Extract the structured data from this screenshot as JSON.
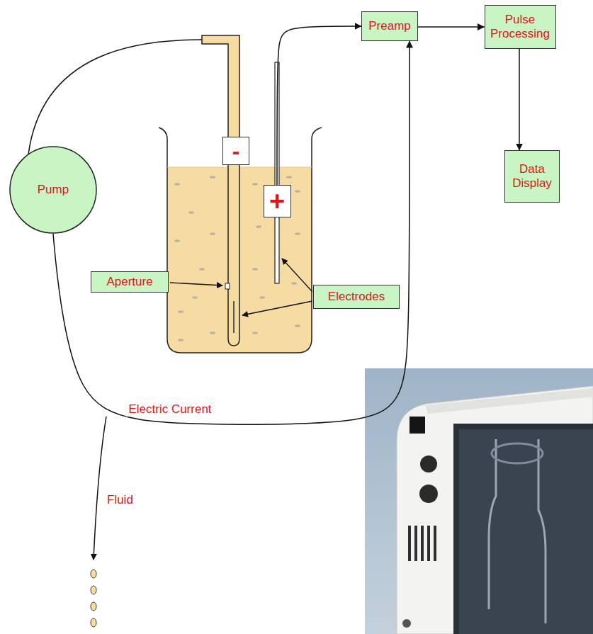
{
  "diagram": {
    "nodes": [
      {
        "text": [
          "Preamp"
        ]
      },
      {
        "text": [
          "Pulse Processing"
        ]
      },
      {
        "text": [
          "-"
        ]
      },
      {
        "text": [
          "Pump"
        ]
      },
      {
        "text": [
          "+"
        ]
      },
      {
        "text": [
          "Data Display"
        ]
      },
      {
        "text": [
          "Aperture"
        ]
      },
      {
        "text": [
          "Electrodes"
        ]
      }
    ],
    "edges": [
      {
        "from": 4,
        "to": 0,
        "arrow": "to"
      },
      {
        "from": 0,
        "to": 1,
        "arrow": "to"
      },
      {
        "from": 1,
        "to": 5,
        "arrow": "to"
      },
      {
        "from": 3,
        "to": 0,
        "arrow": "to",
        "label": "Electric Current"
      }
    ],
    "labels": [
      "Fluid"
    ]
  }
}
